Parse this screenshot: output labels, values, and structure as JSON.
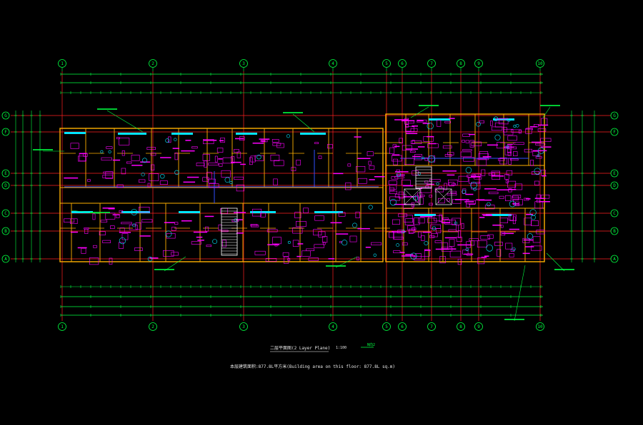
{
  "drawing": {
    "title": "二层平面图(2 Layer Plane)",
    "scale": "1:100",
    "area_note": "本层建筑面积:877.8L平方米(Building area on this floor: 877.8L sq.m)",
    "north_note": "N向2"
  },
  "axes": {
    "columns": [
      "1",
      "2",
      "3",
      "4",
      "5",
      "6",
      "7",
      "8",
      "9",
      "10"
    ],
    "rows": [
      "G",
      "F",
      "E",
      "D",
      "C",
      "B",
      "A"
    ]
  },
  "colors": {
    "background": "#000000",
    "grid": "#ff2020",
    "axis_bubble": "#00ff40",
    "walls": "#ffb000",
    "furniture": "#ff00ff",
    "doors": "#00e5ff",
    "dimensions": "#00ff40",
    "text": "#ffffff"
  }
}
